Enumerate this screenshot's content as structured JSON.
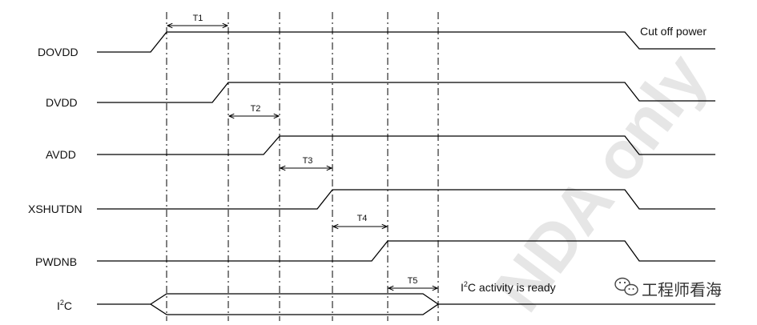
{
  "signals": [
    {
      "label": "DOVDD"
    },
    {
      "label": "DVDD"
    },
    {
      "label": "AVDD"
    },
    {
      "label": "XSHUTDN"
    },
    {
      "label": "PWDNB"
    },
    {
      "label": "I",
      "sup": "2",
      "tail": "C"
    }
  ],
  "intervals": [
    "T1",
    "T2",
    "T3",
    "T4",
    "T5"
  ],
  "annotations": {
    "cut_off_power": "Cut off power",
    "i2c_ready_pre": "I",
    "i2c_ready_sup": "2",
    "i2c_ready_post": "C activity is ready"
  },
  "watermark": "NDA only",
  "brand": "工程师看海"
}
